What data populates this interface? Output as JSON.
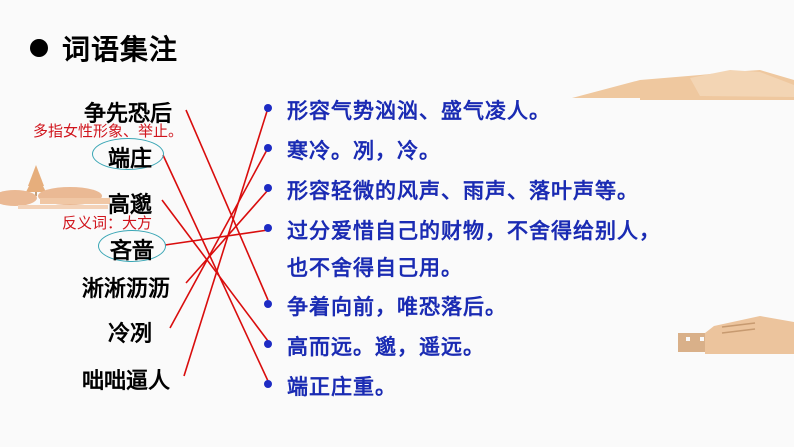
{
  "title": "词语集注",
  "words": [
    {
      "text": "争先恐后"
    },
    {
      "text": "端庄"
    },
    {
      "text": "高邈"
    },
    {
      "text": "吝啬"
    },
    {
      "text": "淅淅沥沥"
    },
    {
      "text": "冷冽"
    },
    {
      "text": "咄咄逼人"
    }
  ],
  "notes": {
    "duanzhuang": "多指女性形象、举止。",
    "linse": "反义词：大方"
  },
  "definitions": [
    {
      "text": "形容气势汹汹、盛气凌人。"
    },
    {
      "text": "寒冷。冽，冷。"
    },
    {
      "text": "形容轻微的风声、雨声、落叶声等。"
    },
    {
      "text": "过分爱惜自己的财物，不舍得给别人，",
      "cont": "也不舍得自己用。"
    },
    {
      "text": "争着向前，唯恐落后。"
    },
    {
      "text": "高而远。邈，遥远。"
    },
    {
      "text": "端正庄重。"
    }
  ],
  "matches": [
    {
      "word": "争先恐后",
      "definition": "争着向前，唯恐落后。"
    },
    {
      "word": "端庄",
      "definition": "端正庄重。"
    },
    {
      "word": "高邈",
      "definition": "高而远。邈，遥远。"
    },
    {
      "word": "吝啬",
      "definition": "过分爱惜自己的财物，不舍得给别人，也不舍得自己用。"
    },
    {
      "word": "淅淅沥沥",
      "definition": "形容轻微的风声、雨声、落叶声等。"
    },
    {
      "word": "冷冽",
      "definition": "寒冷。冽，冷。"
    },
    {
      "word": "咄咄逼人",
      "definition": "形容气势汹汹、盛气凌人。"
    }
  ],
  "colors": {
    "line": "#d90d0d",
    "bullet": "#1d2bc4",
    "definition_text": "#1a2bb3",
    "note_text": "#d0141c",
    "oval": "#3aa6b5",
    "decor": "#e8b688"
  }
}
